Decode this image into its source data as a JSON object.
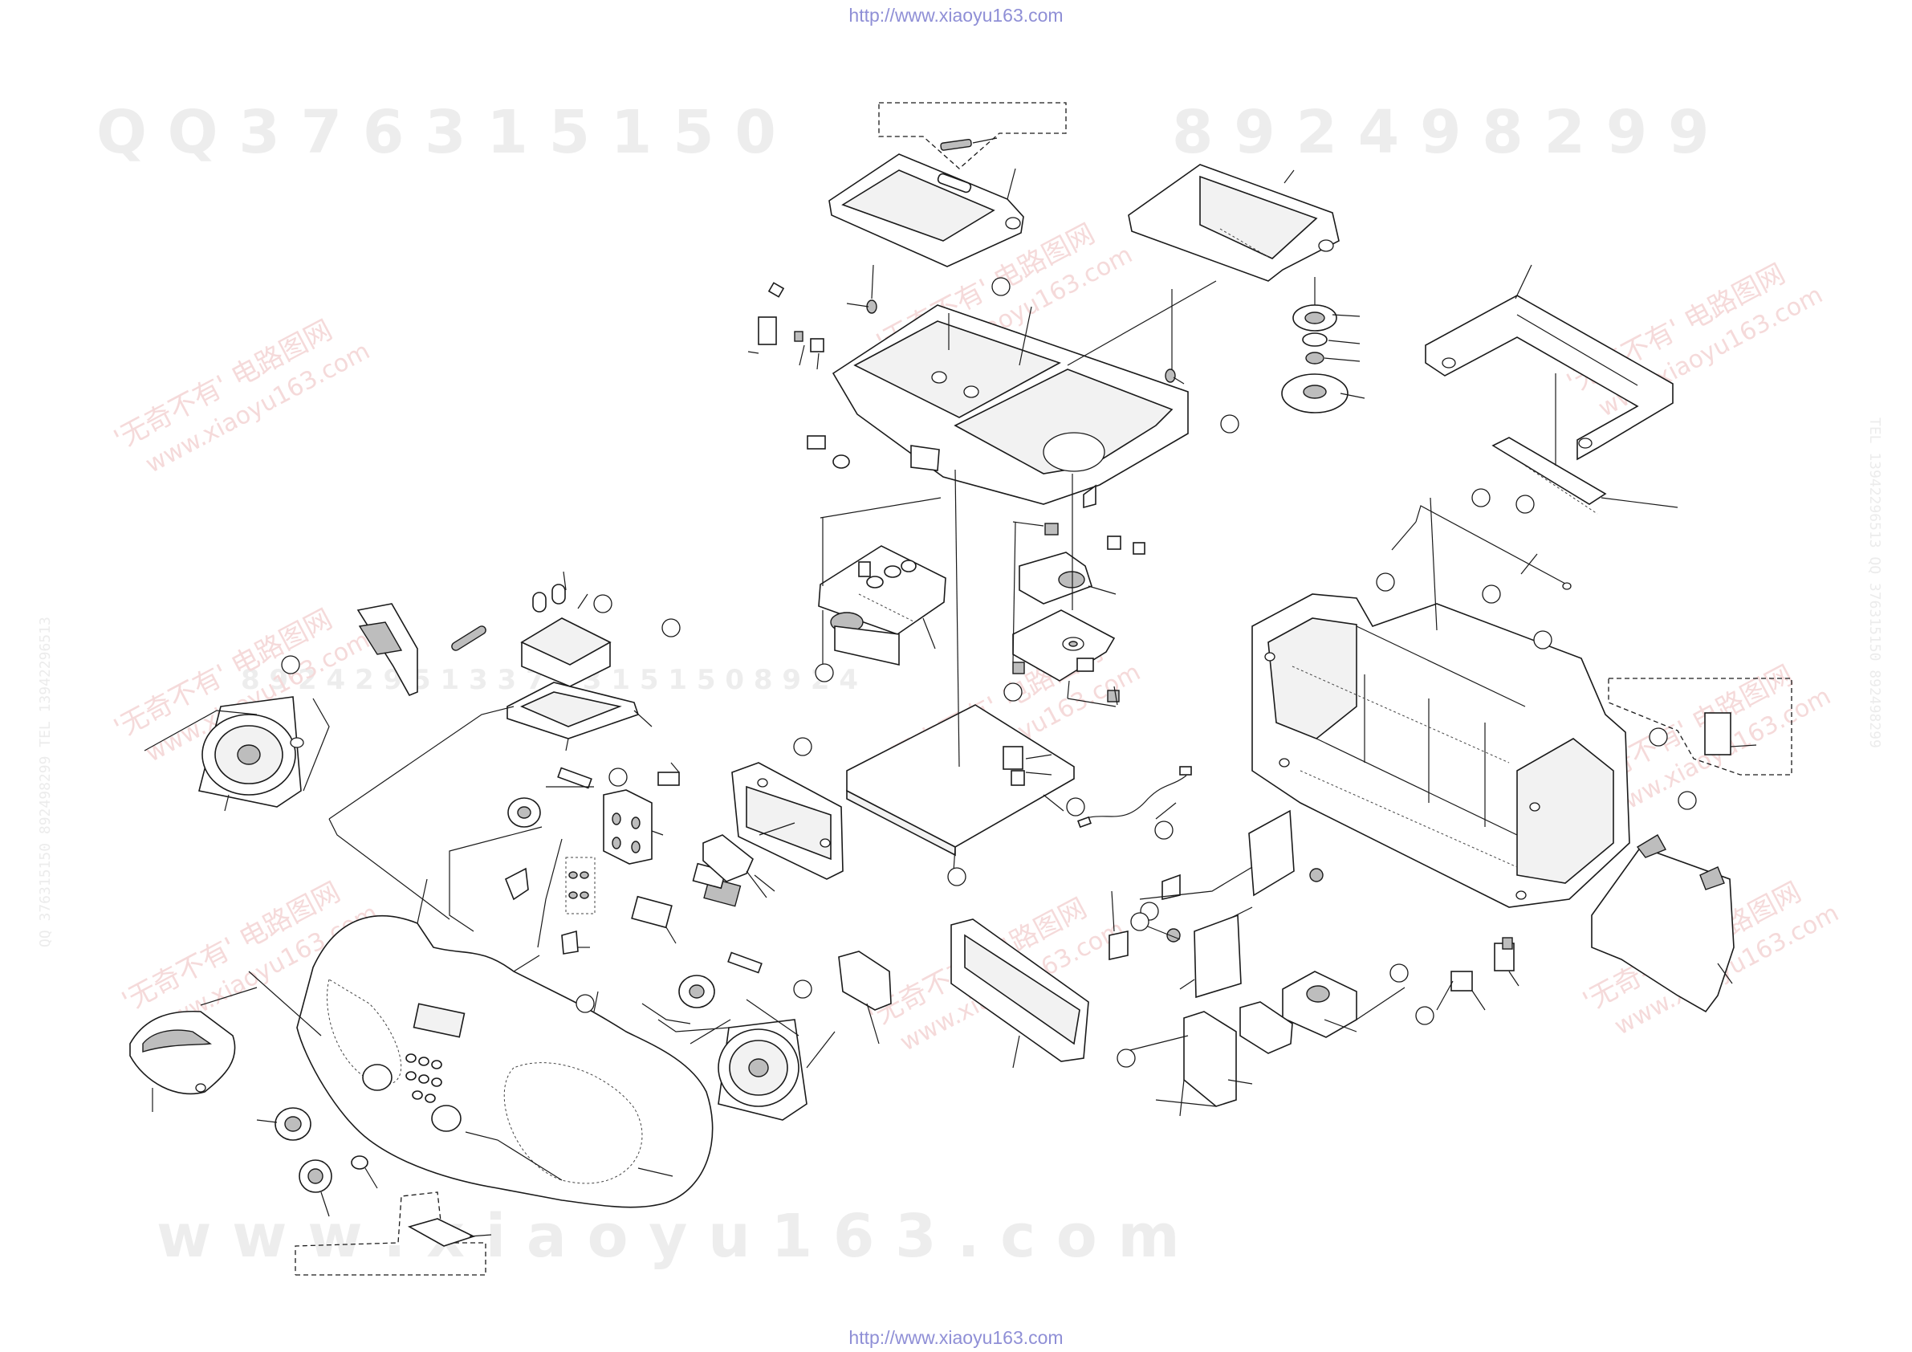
{
  "header": {
    "url_top": "http://www.xiaoyu163.com"
  },
  "footer": {
    "url_bottom": "http://www.xiaoyu163.com"
  },
  "watermarks": {
    "qq_top": "Q Q   3 7 6 3 1 5 1 5 0",
    "phone_top": "8 9 2 4 9 8 2 9 9",
    "site_bottom": "w w w . x i a o y u 1 6 3 . c o m",
    "mid_row": "8 9 2 4 2 9 5 1 3   3 7 6 3 1 5 1 5 0   8 9 2 4",
    "cn_slogan": "'无奇不有' 电路图网",
    "cn_site": "www.xiaoyu163.com",
    "vertical_left": "QQ 376315150 892498299 TEL 13942296513",
    "vertical_right": "TEL 13942296513 QQ 376315150 892498299"
  }
}
